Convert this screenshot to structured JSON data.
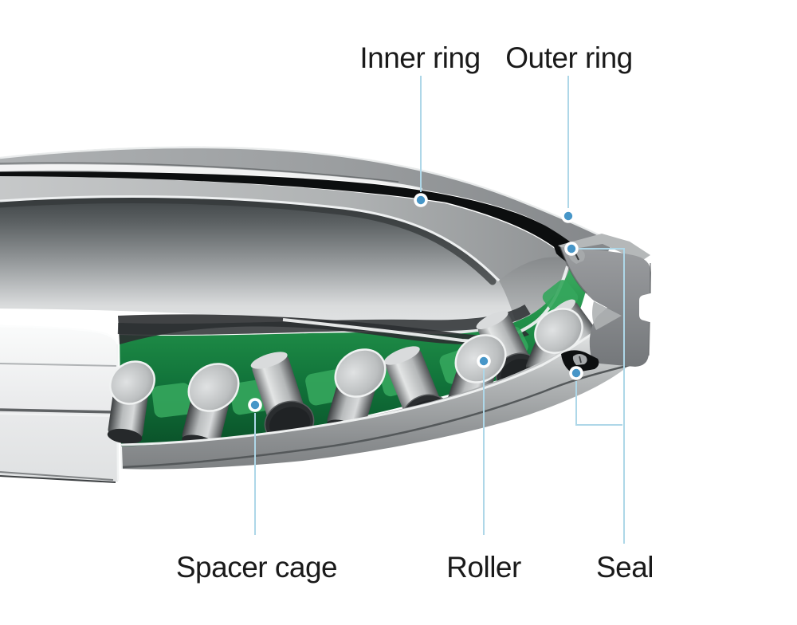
{
  "diagram": {
    "subject": "Crossed roller bearing cutaway illustration",
    "labels": {
      "inner_ring": "Inner ring",
      "outer_ring": "Outer ring",
      "spacer_cage": "Spacer cage",
      "roller": "Roller",
      "seal": "Seal"
    },
    "colors": {
      "background": "#ffffff",
      "label_text": "#1a1a1a",
      "leader_line": "#aed7e8",
      "callout_dot": "#4796c8",
      "callout_dot_ring": "#ffffff",
      "cage_green": "#18803f",
      "metal_grey": "#9b9ea0",
      "seal_black": "#0d0f10"
    }
  }
}
